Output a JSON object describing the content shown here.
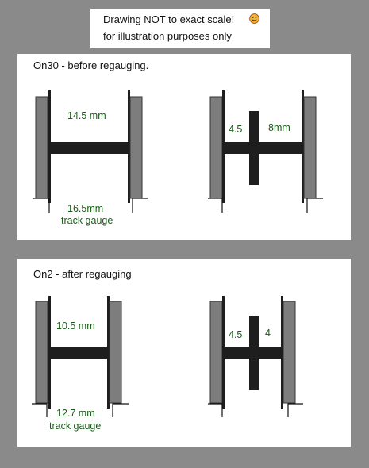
{
  "note": {
    "line1": "Drawing NOT to exact scale!",
    "line2": "for illustration purposes only",
    "icon": "smiley-face-icon"
  },
  "colors": {
    "background": "#8a8a8a",
    "panel": "#ffffff",
    "wheel": "#7d7d7d",
    "axle": "#1e1e1e",
    "label": "#1a5c1a"
  },
  "before": {
    "title": "On30 - before regauging.",
    "axle_label": "14.5 mm",
    "gauge_value": "16.5mm",
    "gauge_label": "track gauge",
    "cross_left_label": "4.5",
    "cross_right_label": "8mm"
  },
  "after": {
    "title": "On2 - after regauging",
    "axle_label": "10.5 mm",
    "gauge_value": "12.7 mm",
    "gauge_label": "track gauge",
    "cross_left_label": "4.5",
    "cross_right_label": "4"
  }
}
